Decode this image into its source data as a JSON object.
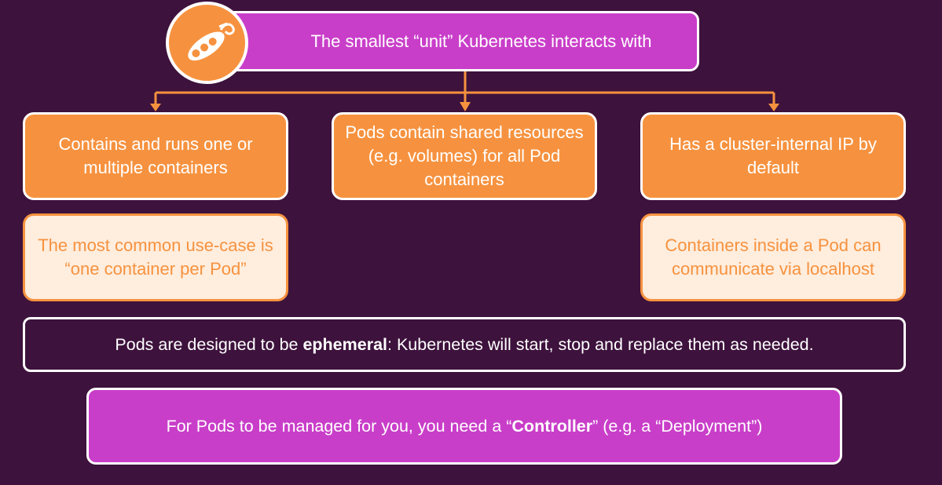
{
  "title": "The smallest “unit” Kubernetes interacts with",
  "logo_icon": "pea-pod-icon",
  "columns": [
    {
      "main": "Contains and runs one or multiple containers",
      "note": "The most common use-case is “one container per Pod”"
    },
    {
      "main": "Pods contain shared resources (e.g. volumes) for all Pod containers"
    },
    {
      "main": "Has a cluster-internal IP by default",
      "note": "Containers inside a Pod can communicate via localhost"
    }
  ],
  "ephemeral": {
    "prefix": "Pods are designed to be ",
    "bold": "ephemeral",
    "suffix": ": Kubernetes will start, stop and replace them as needed."
  },
  "controller": {
    "prefix": "For Pods to be managed for you, you need a “",
    "bold": "Controller",
    "suffix": "” (e.g. a “Deployment”)"
  },
  "colors": {
    "background": "#3d123c",
    "orange": "#f6923f",
    "magenta": "#c93ec9",
    "light": "#ffeddd"
  }
}
